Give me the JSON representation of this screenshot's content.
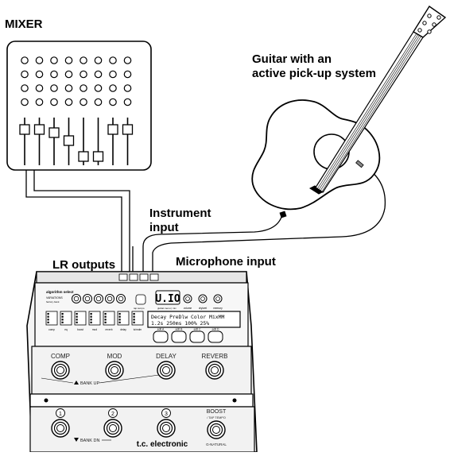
{
  "labels": {
    "mixer": "MIXER",
    "guitar_line1": "Guitar with an",
    "guitar_line2": "active pick-up system",
    "instrument_line1": "Instrument",
    "instrument_line2": "input",
    "lr_outputs": "LR outputs",
    "microphone_input": "Microphone input"
  },
  "pedal": {
    "brand": "t.c. electronic",
    "top_panel": {
      "algorithm_select": "algorithm select",
      "variations": "VARIATIONS",
      "sub_label": "factory·bank",
      "tap_label": "tap·tempo",
      "display_digits": "U.IO",
      "display_sub": "global·menu | mix",
      "knob_labels": [
        "volume",
        "dry/wet",
        "memory"
      ],
      "effect_labels": [
        "comp",
        "eq",
        "boost",
        "mod",
        "reverb",
        "delay",
        "tc/mdm"
      ],
      "lcd_line1": "Decay PreDlw Color MixMM",
      "lcd_line2": "1.2s  250ms  100%  25%",
      "edit_buttons": [
        "edit A",
        "edit B",
        "edit C",
        "edit D"
      ]
    },
    "footswitches_top": [
      "COMP",
      "MOD",
      "DELAY",
      "REVERB"
    ],
    "bank_up": "BANK UP",
    "footswitches_bottom": [
      "1",
      "2",
      "3"
    ],
    "boost_label": "BOOST",
    "tap_tempo_label": "/ TAP TEMPO",
    "bank_down": "BANK DN",
    "g_natural": "G-NATURAL"
  },
  "colors": {
    "ink": "#000000",
    "pedal_body": "#f2f2f2",
    "panel_gray": "#dcdcdc",
    "lcd_bg": "#ffffff"
  }
}
